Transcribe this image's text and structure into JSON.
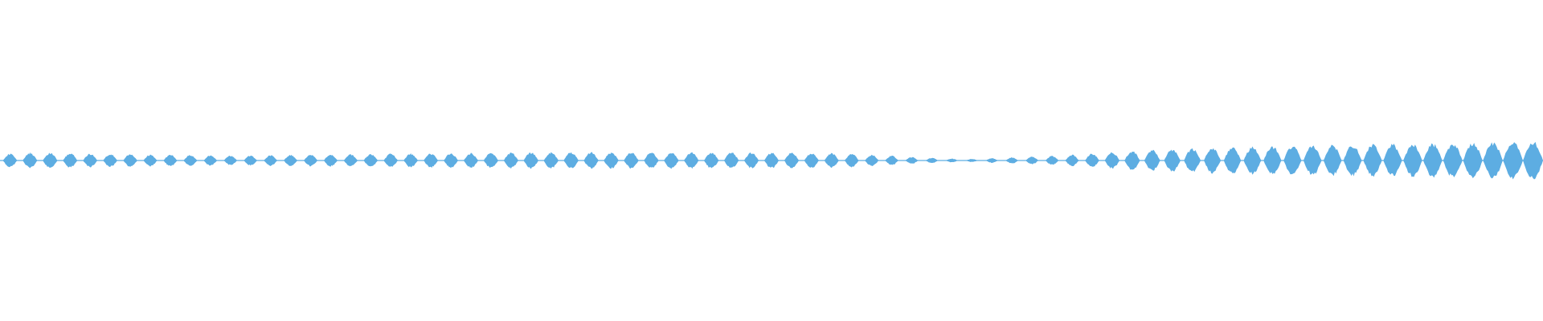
{
  "waveform": {
    "color": "#5DADE2",
    "background": "#FFFFFF",
    "pulse_levels": [
      0.36,
      0.4,
      0.4,
      0.38,
      0.36,
      0.34,
      0.33,
      0.31,
      0.3,
      0.29,
      0.27,
      0.25,
      0.26,
      0.28,
      0.29,
      0.3,
      0.31,
      0.32,
      0.34,
      0.35,
      0.36,
      0.37,
      0.38,
      0.39,
      0.4,
      0.41,
      0.42,
      0.42,
      0.43,
      0.43,
      0.43,
      0.42,
      0.42,
      0.42,
      0.42,
      0.42,
      0.42,
      0.41,
      0.41,
      0.41,
      0.4,
      0.38,
      0.35,
      0.3,
      0.25,
      0.18,
      0.14,
      0.1,
      0.08,
      0.12,
      0.16,
      0.2,
      0.24,
      0.3,
      0.36,
      0.43,
      0.5,
      0.55,
      0.6,
      0.63,
      0.66,
      0.69,
      0.72,
      0.75,
      0.77,
      0.79,
      0.8,
      0.81,
      0.83,
      0.85,
      0.87,
      0.89,
      0.91,
      0.93,
      0.96,
      0.98,
      1.0
    ]
  }
}
